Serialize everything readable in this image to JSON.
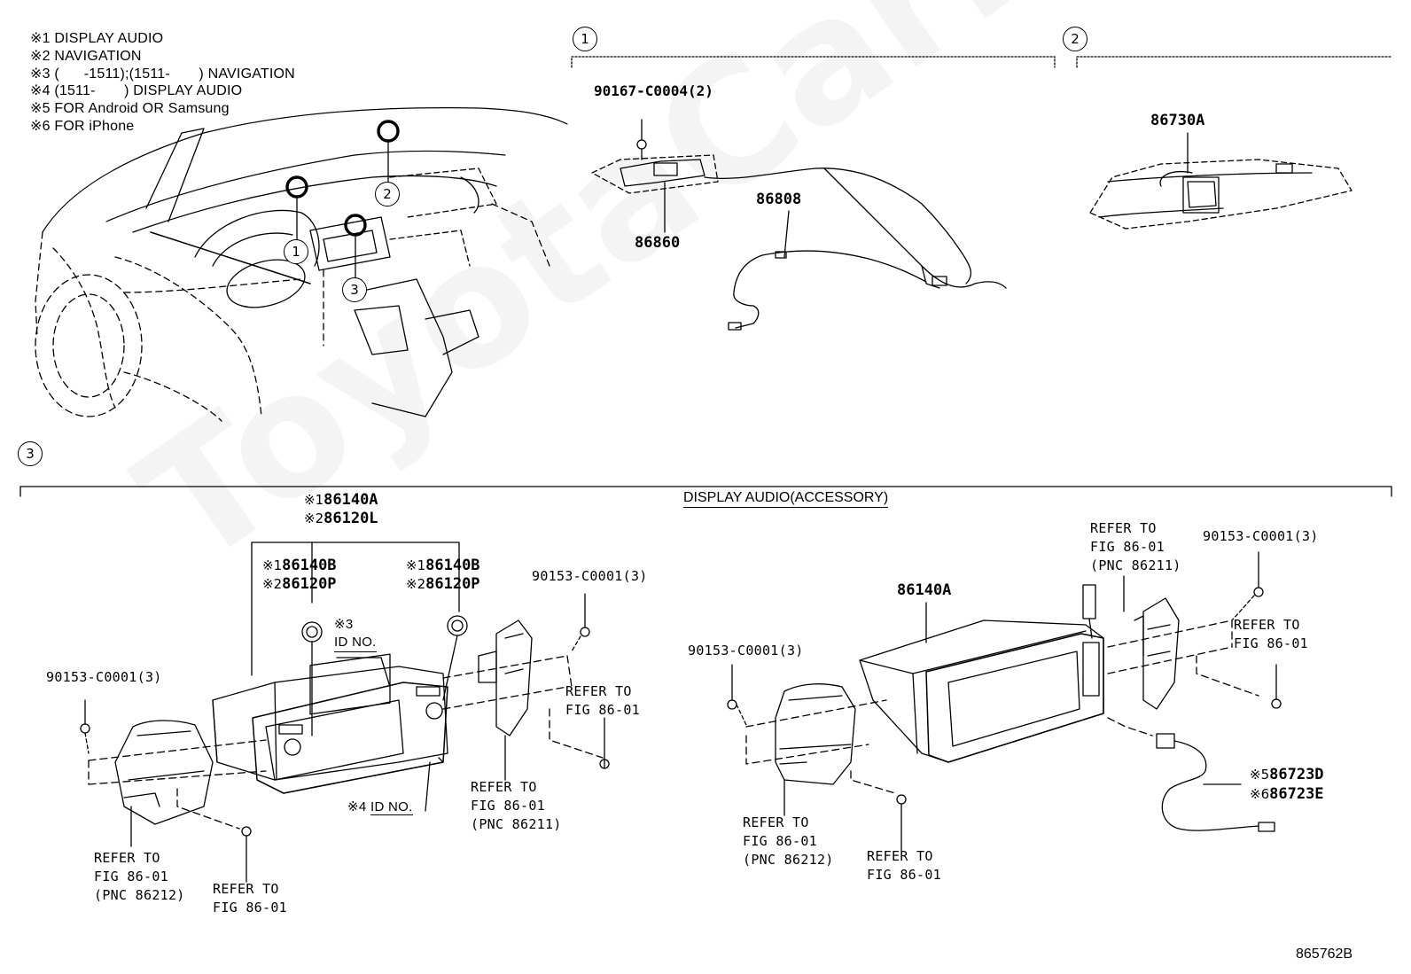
{
  "notes": [
    "※1 DISPLAY AUDIO",
    "※2 NAVIGATION",
    "※3 (      -1511);(1511-       ) NAVIGATION",
    "※4 (1511-       ) DISPLAY AUDIO",
    "※5 FOR Android OR Samsung",
    "※6 FOR iPhone"
  ],
  "callouts": [
    "1",
    "2",
    "3"
  ],
  "section_title": "DISPLAY AUDIO(ACCESSORY)",
  "watermark": "ToyotaCarMine.ru",
  "diagram_id": "865762B",
  "section1": {
    "screw": "90167-C0004(2)",
    "mic": "86860",
    "wire": "86808"
  },
  "section2": {
    "part": "86730A"
  },
  "section3": {
    "head_unit_1": "86140A",
    "head_unit_2": "86120L",
    "knob_left_1": "86140B",
    "knob_left_2": "86120P",
    "knob_right_1": "86140B",
    "knob_right_2": "86120P",
    "mark1": "※1",
    "mark2": "※2",
    "mark3": "※3",
    "mark4": "※4",
    "mark5": "※5",
    "mark6": "※6",
    "id_no_3": "ID NO.",
    "id_no_4": "ID NO.",
    "screw_left": "90153-C0001(3)",
    "screw_mid": "90153-C0001(3)",
    "refer_bl_a": "REFER TO",
    "refer_bl_b": "FIG 86-01",
    "refer_bl_c": "(PNC 86212)",
    "refer_bm_a": "REFER TO",
    "refer_bm_b": "FIG 86-01",
    "refer_br_a": "REFER TO",
    "refer_br_b": "FIG 86-01",
    "refer_br_c": "(PNC 86211)",
    "refer_rm_a": "REFER TO",
    "refer_rm_b": "FIG 86-01",
    "da_unit": "86140A",
    "da_screw_left": "90153-C0001(3)",
    "da_screw_right": "90153-C0001(3)",
    "da_refer_top_a": "REFER TO",
    "da_refer_top_b": "FIG 86-01",
    "da_refer_top_c": "(PNC 86211)",
    "da_refer_right_a": "REFER TO",
    "da_refer_right_b": "FIG 86-01",
    "da_refer_bl_a": "REFER TO",
    "da_refer_bl_b": "FIG 86-01",
    "da_refer_bl_c": "(PNC 86212)",
    "da_refer_bm_a": "REFER TO",
    "da_refer_bm_b": "FIG 86-01",
    "usb_1": "86723D",
    "usb_2": "86723E"
  }
}
